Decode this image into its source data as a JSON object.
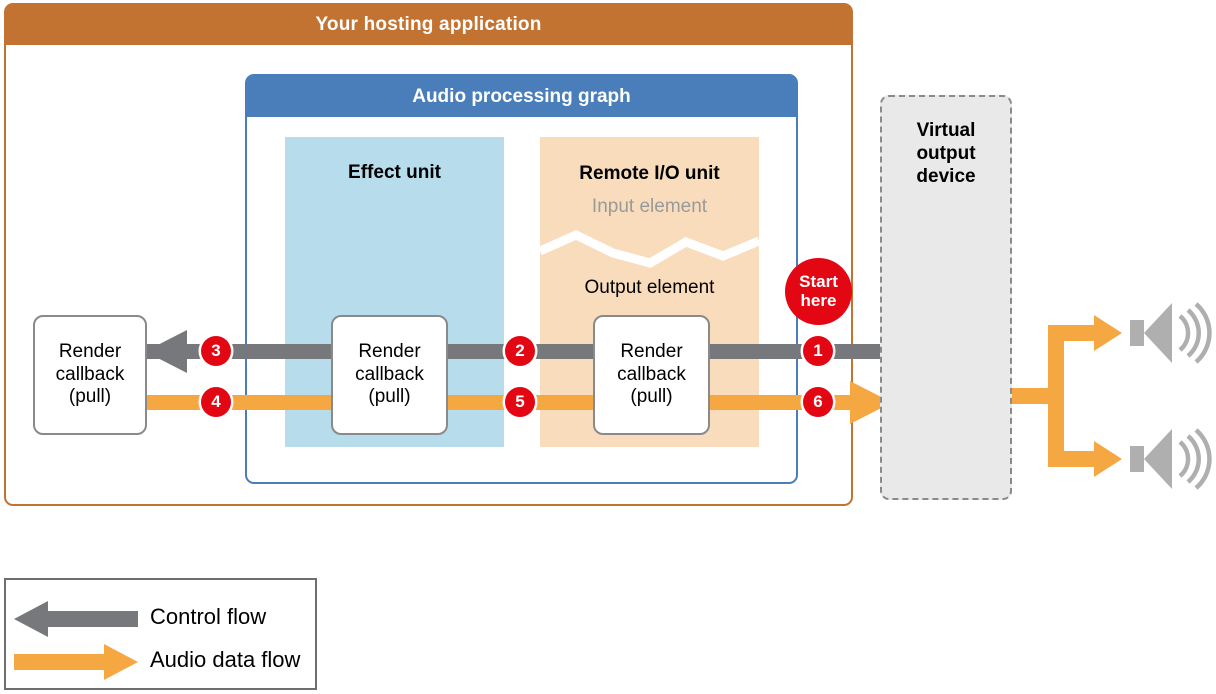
{
  "hosting_app": {
    "title": "Your hosting application",
    "border_color": "#C27331",
    "header_color": "#C27331"
  },
  "graph_panel": {
    "title": "Audio processing graph",
    "border_color": "#4A7EBB",
    "header_color": "#4A7EBB"
  },
  "units": {
    "effect": {
      "title": "Effect unit",
      "fill": "#B7DDED"
    },
    "remote_io": {
      "title": "Remote I/O unit",
      "input_element": "Input element",
      "output_element": "Output element",
      "fill": "#F8DCBC",
      "input_label_color": "#9A9A9A"
    }
  },
  "render_callbacks": [
    {
      "line1": "Render",
      "line2": "callback",
      "line3": "(pull)"
    },
    {
      "line1": "Render",
      "line2": "callback",
      "line3": "(pull)"
    },
    {
      "line1": "Render",
      "line2": "callback",
      "line3": "(pull)"
    }
  ],
  "steps": [
    {
      "number": "1"
    },
    {
      "number": "2"
    },
    {
      "number": "3"
    },
    {
      "number": "4"
    },
    {
      "number": "5"
    },
    {
      "number": "6"
    }
  ],
  "start_badge": {
    "line1": "Start",
    "line2": "here",
    "color": "#E30613"
  },
  "virtual_device": {
    "line1": "Virtual",
    "line2": "output",
    "line3": "device",
    "fill": "#E9E9E9",
    "border_color": "#8A8A8A"
  },
  "flows": {
    "control_color": "#77787B",
    "audio_color": "#F5A741"
  },
  "legend": {
    "control_flow": "Control flow",
    "audio_data_flow": "Audio data flow"
  }
}
